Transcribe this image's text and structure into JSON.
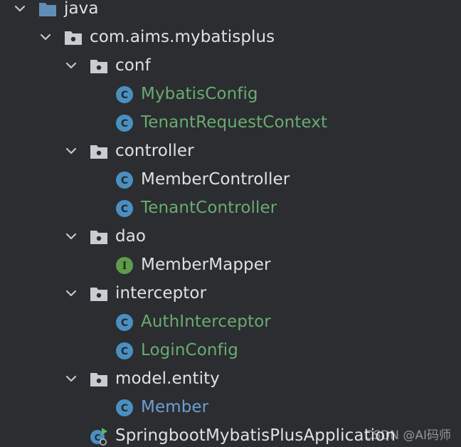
{
  "colors": {
    "background": "#2b2d30",
    "text_default": "#dfe1e5",
    "text_green": "#6aab73",
    "text_blue": "#6e9ed6",
    "folder_blue": "#5f8fb8",
    "package_gray": "#c9ccd1",
    "class_icon": "#4b8fc0",
    "interface_icon": "#5e9c4c"
  },
  "tree": {
    "java": "java",
    "pkg_root": "com.aims.mybatisplus",
    "conf": {
      "label": "conf",
      "items": [
        "MybatisConfig",
        "TenantRequestContext"
      ]
    },
    "controller": {
      "label": "controller",
      "items": [
        "MemberController",
        "TenantController"
      ]
    },
    "dao": {
      "label": "dao",
      "items": [
        "MemberMapper"
      ]
    },
    "interceptor": {
      "label": "interceptor",
      "items": [
        "AuthInterceptor",
        "LoginConfig"
      ]
    },
    "model_entity": {
      "label": "model.entity",
      "items": [
        "Member"
      ]
    },
    "app": "SpringbootMybatisPlusApplication"
  },
  "icons": {
    "chevron": "chevron-down-icon",
    "folder": "source-folder-icon",
    "package": "package-icon",
    "class": "class-icon",
    "interface": "interface-icon",
    "spring_app": "spring-boot-application-icon"
  },
  "watermark": "CSDN @AI码师"
}
